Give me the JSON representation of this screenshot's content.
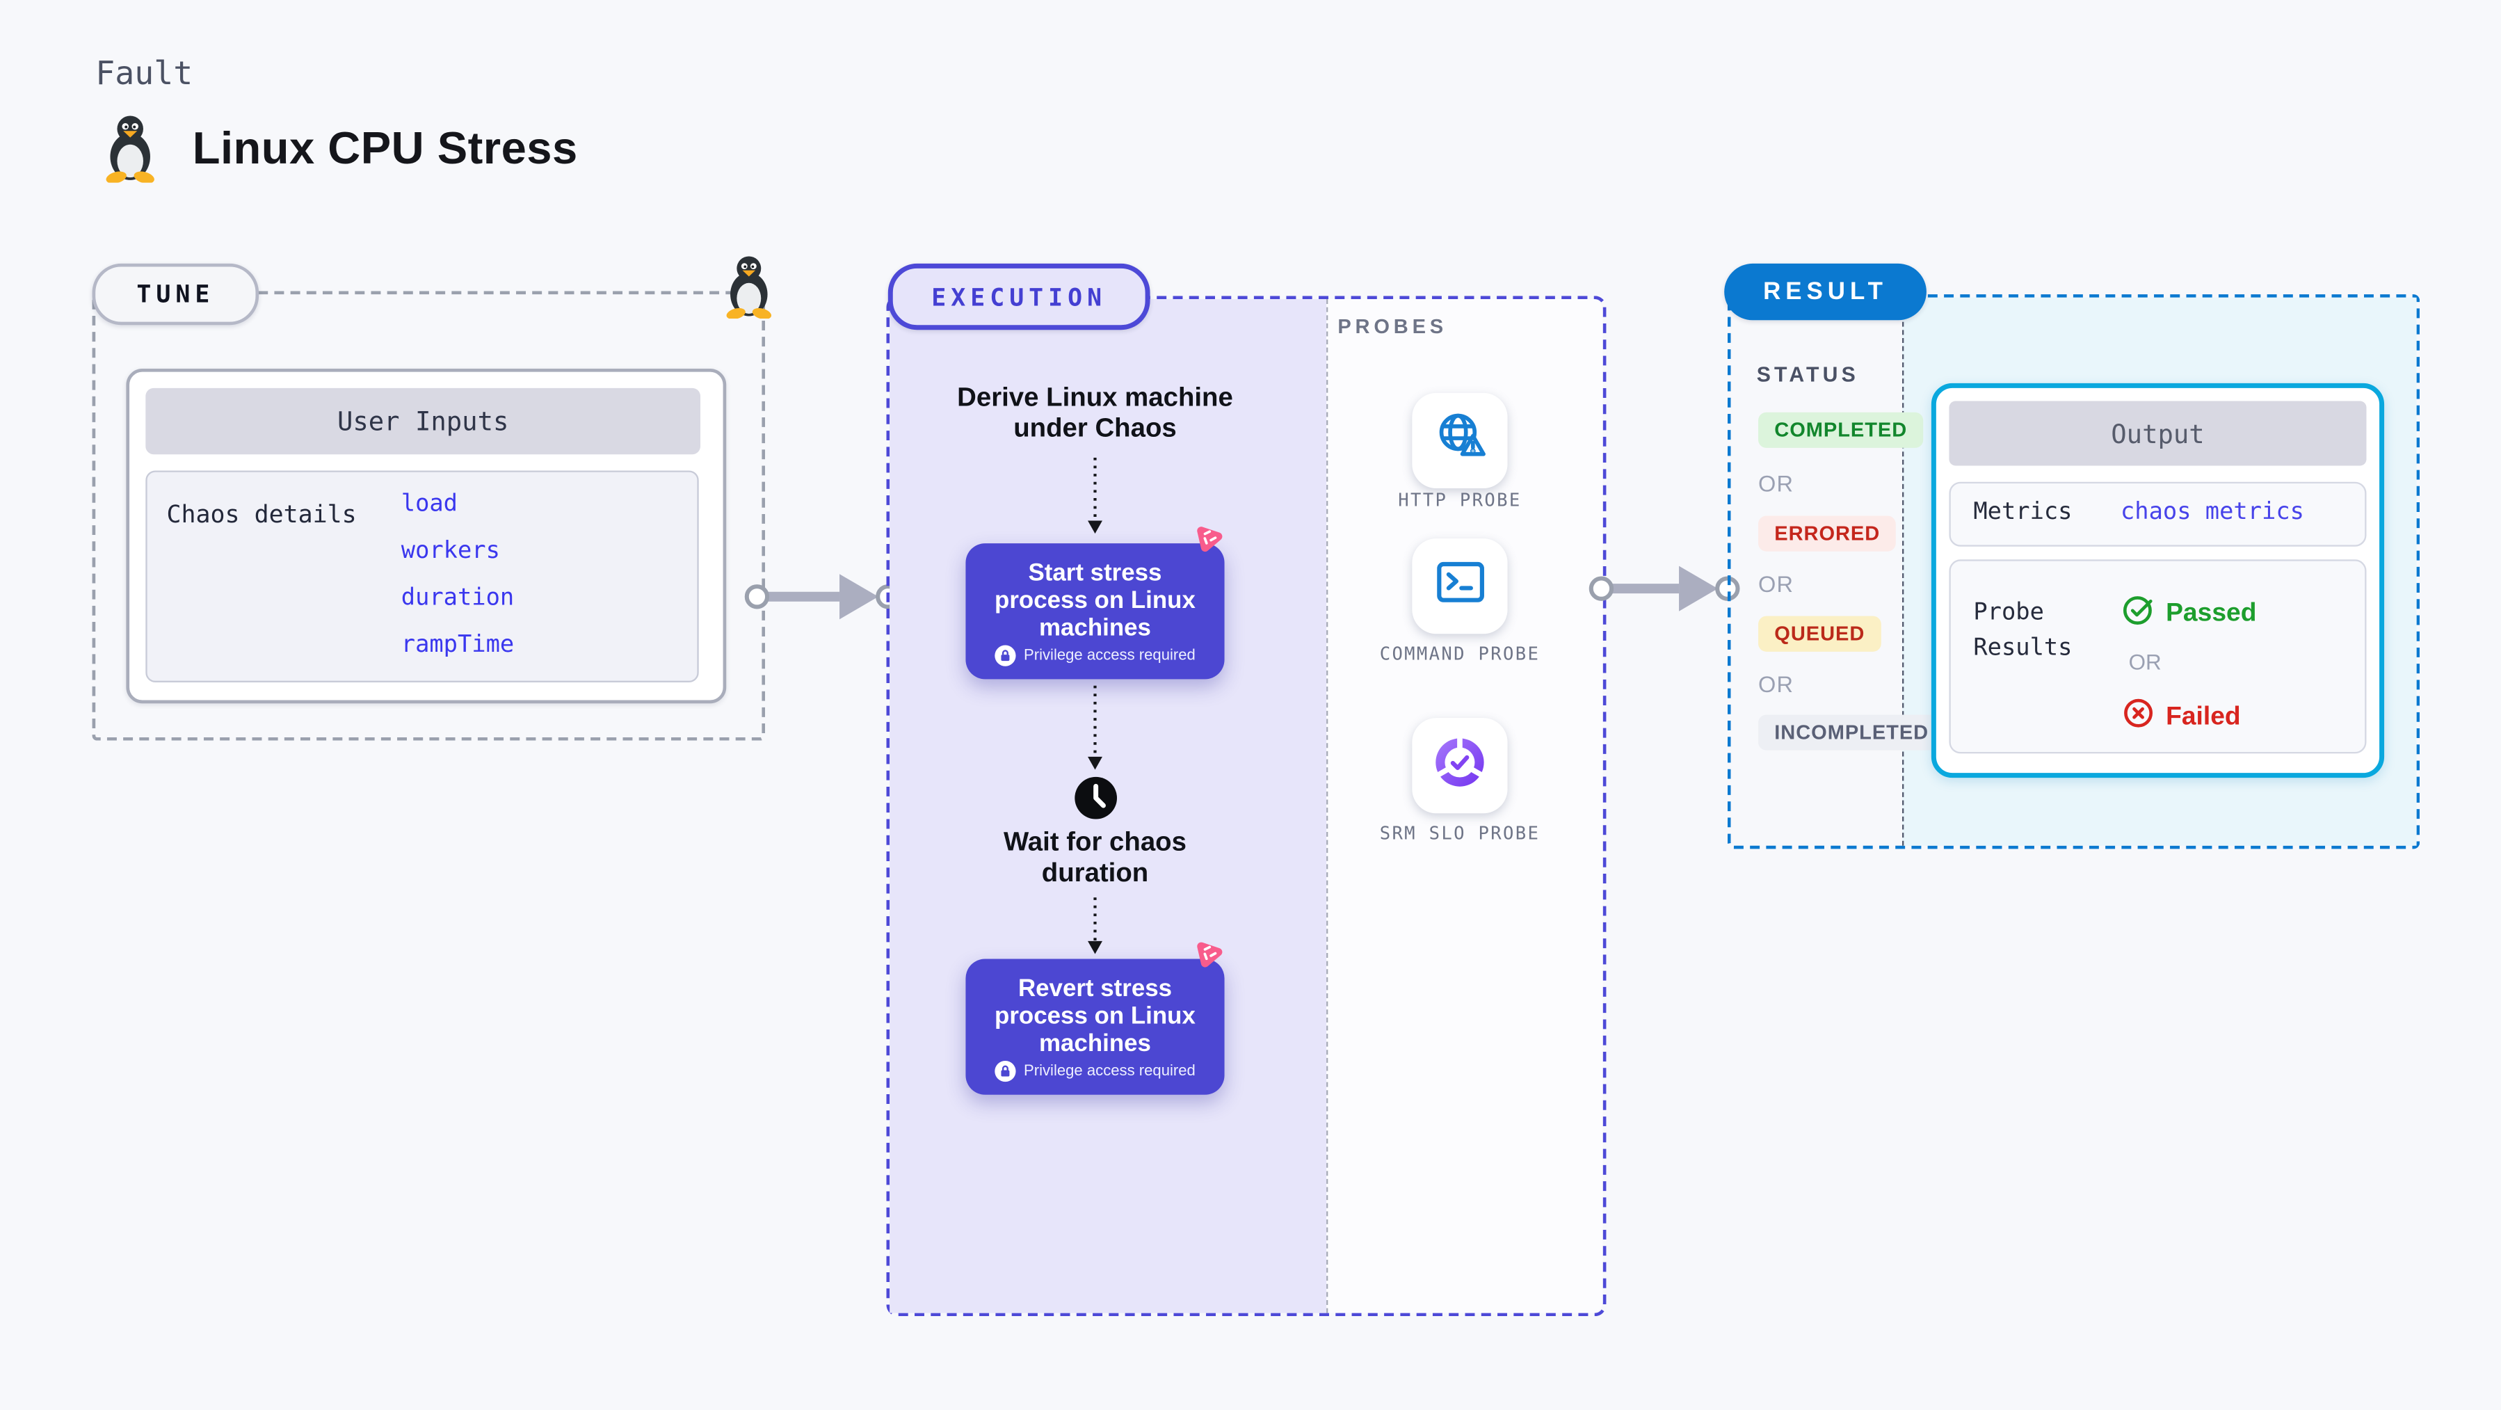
{
  "header": {
    "eyebrow": "Fault",
    "title": "Linux CPU Stress"
  },
  "tune": {
    "badge": "TUNE",
    "panel_title": "User Inputs",
    "row_label": "Chaos details",
    "links": [
      "load",
      "workers",
      "duration",
      "rampTime"
    ]
  },
  "execution": {
    "badge": "EXECUTION",
    "derive_label": "Derive Linux machine under Chaos",
    "start_label": "Start stress process on Linux machines",
    "wait_label": "Wait for chaos duration",
    "revert_label": "Revert stress process on Linux machines",
    "privilege_label": "Privilege access required"
  },
  "probes": {
    "heading": "PROBES",
    "items": [
      {
        "label": "HTTP PROBE",
        "icon": "globe-alert-icon"
      },
      {
        "label": "COMMAND PROBE",
        "icon": "terminal-icon"
      },
      {
        "label": "SRM SLO PROBE",
        "icon": "slo-donut-icon"
      }
    ]
  },
  "result": {
    "badge": "RESULT",
    "status_heading": "STATUS",
    "or_label": "OR",
    "statuses": [
      {
        "label": "COMPLETED",
        "bg": "#dcf4dc",
        "fg": "#12862c"
      },
      {
        "label": "ERRORED",
        "bg": "#fcebe9",
        "fg": "#c4261c"
      },
      {
        "label": "QUEUED",
        "bg": "#fbf0c5",
        "fg": "#bb2a1a"
      },
      {
        "label": "INCOMPLETED",
        "bg": "#edeff4",
        "fg": "#5a6076"
      }
    ],
    "output": {
      "title": "Output",
      "metrics_label": "Metrics",
      "metrics_value": "chaos metrics",
      "probe_results_label": "Probe Results",
      "passed_label": "Passed",
      "failed_label": "Failed"
    }
  },
  "colors": {
    "accent_indigo": "#4d49d7",
    "node_purple": "#4c47d2",
    "result_blue": "#0b79d0",
    "output_border": "#0aa8de",
    "link_blue": "#3a37ee",
    "passed_green": "#1d9e2d",
    "failed_red": "#d8251f",
    "chaos_pink": "#f85c8c",
    "probe_icon_blue": "#177fd3"
  }
}
